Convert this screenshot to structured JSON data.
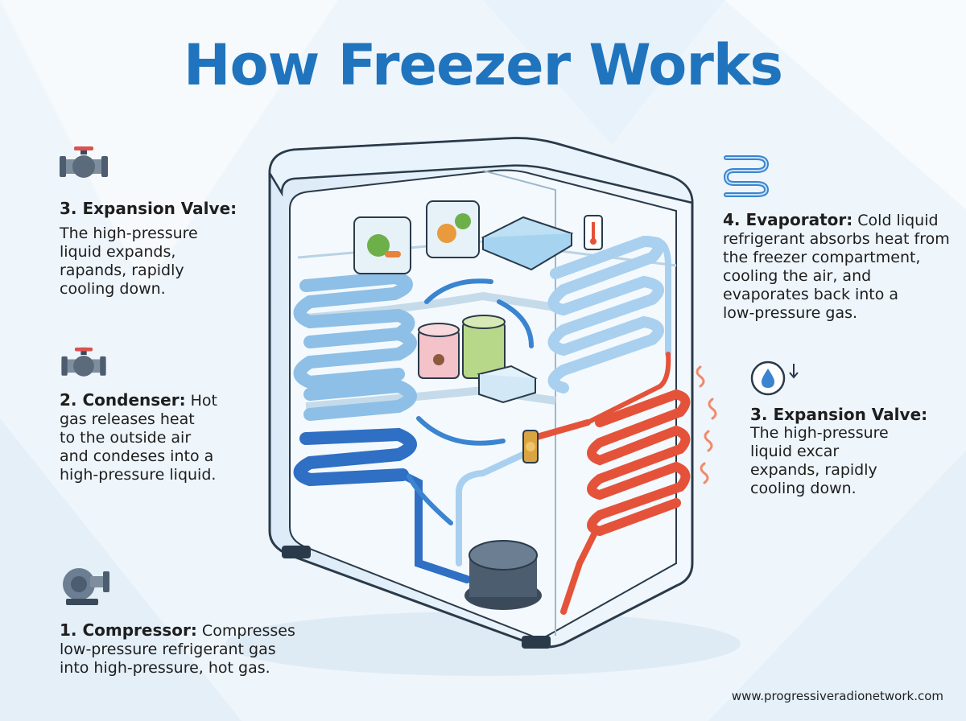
{
  "title": "How Freezer Works",
  "left_steps": [
    {
      "heading": "3. Expansion Valve:",
      "lines": [
        "The high-pressure",
        "liquid expands,",
        "rapands, rapidly",
        "cooling down."
      ],
      "icon": "valve-icon"
    },
    {
      "heading": "2. Condenser:",
      "lines_after_heading": " Hot",
      "lines": [
        "gas releases heat",
        "to the outside air",
        "and condeses into a",
        "high-pressure liquid."
      ],
      "icon": "valve-icon"
    },
    {
      "heading": "1. Compressor:",
      "lines_after_heading": " Compresses",
      "lines": [
        "low-pressure refrigerant gas",
        "into high-pressure, hot gas."
      ],
      "icon": "compressor-pump-icon"
    }
  ],
  "right_steps": [
    {
      "heading": "4. Evaporator:",
      "lines_after_heading": " Cold liquid",
      "lines": [
        "refrigerant absorbs heat from",
        "the freezer compartment,",
        "cooling the air, and",
        "evaporates back into a",
        "low-pressure gas."
      ],
      "icon": "coil-icon"
    },
    {
      "heading": "3. Expansion Valve:",
      "lines": [
        "The high-pressure",
        "liquid excar",
        "expands, rapidly",
        "cooling down."
      ],
      "icon": "droplet-gauge-icon"
    }
  ],
  "footer": "www.progressiveradionetwork.com",
  "colors": {
    "title": "#1f74bd",
    "cold_pipe": "#2f6fc4",
    "cold_pipe_light": "#a9d0ef",
    "hot_pipe": "#e5523a",
    "frost": "#dff0fb",
    "cabinet_outline": "#2a3a4a"
  }
}
